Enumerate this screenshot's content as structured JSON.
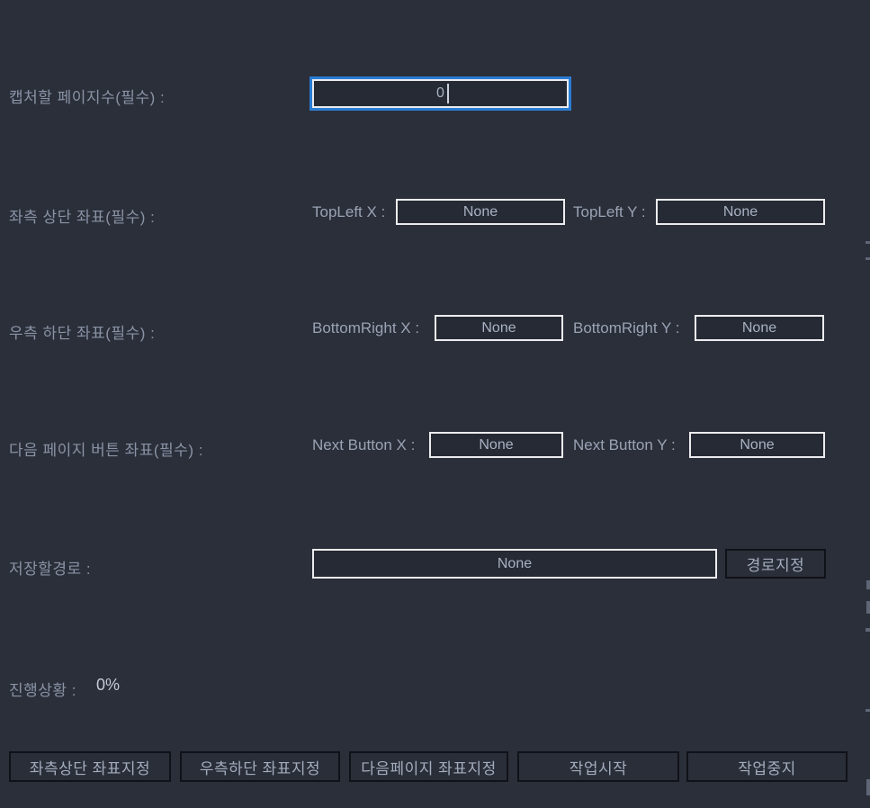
{
  "theme": {
    "background": "#2b2f3a",
    "label_color": "#8a93a5",
    "input_fill": "#262a34",
    "input_border": "#ececee",
    "focus_accent": "#2a7cd4",
    "button_border": "#101219",
    "button_text": "#a4adbe"
  },
  "rows": {
    "pages": {
      "label": "캡처할 페이지수(필수) :",
      "value": "0"
    },
    "topleft": {
      "label": "좌측 상단 좌표(필수) :",
      "x_label": "TopLeft X :",
      "x_value": "None",
      "y_label": "TopLeft Y :",
      "y_value": "None"
    },
    "bottomright": {
      "label": "우측 하단 좌표(필수) :",
      "x_label": "BottomRight X :",
      "x_value": "None",
      "y_label": "BottomRight Y :",
      "y_value": "None"
    },
    "nextbutton": {
      "label": "다음 페이지 버튼 좌표(필수) :",
      "x_label": "Next Button X :",
      "x_value": "None",
      "y_label": "Next Button Y :",
      "y_value": "None"
    },
    "savepath": {
      "label": "저장할경로 :",
      "value": "None",
      "button_label": "경로지정"
    },
    "progress": {
      "label": "진행상황 :",
      "value": "0%"
    }
  },
  "action_buttons": [
    {
      "label": "좌측상단 좌표지정"
    },
    {
      "label": "우측하단 좌표지정"
    },
    {
      "label": "다음페이지 좌표지정"
    },
    {
      "label": "작업시작"
    },
    {
      "label": "작업중지"
    }
  ]
}
